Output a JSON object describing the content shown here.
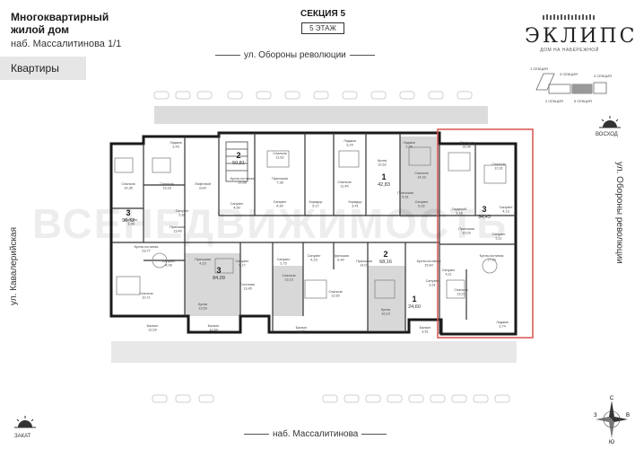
{
  "header": {
    "title_line1": "Многоквартирный",
    "title_line2": "жилой дом",
    "address": "наб. Массалитинова 1/1",
    "section_title": "СЕКЦИЯ 5",
    "floor": "5 ЭТАЖ",
    "logo_text": "ЭКЛИПС",
    "logo_subtitle": "ДОМ НА НАБЕРЕЖНОЙ"
  },
  "nav": {
    "tab_label": "Квартиры"
  },
  "streets": {
    "top": "ул. Обороны революции",
    "bottom": "наб. Массалитинова",
    "left": "ул. Кавалерийская",
    "right": "ул. Обороны революции"
  },
  "compass": {
    "east": "ВОСХОД",
    "west": "ЗАКАТ",
    "n": "С",
    "s": "Ю",
    "e": "В",
    "w": "З"
  },
  "watermark": "ВСЕНЕДВИЖИМОСТЬ",
  "scheme_labels": [
    "1 СЕКЦИЯ",
    "2 СЕКЦИЯ",
    "3 СЕКЦИЯ",
    "4 СЕКЦИЯ",
    "5 СЕКЦИЯ"
  ],
  "apartments": [
    {
      "rooms": "3",
      "area": "96,72"
    },
    {
      "rooms": "2",
      "area": "50,81"
    },
    {
      "rooms": "1",
      "area": "42,83"
    },
    {
      "rooms": "3",
      "area": "94,43"
    },
    {
      "rooms": "3",
      "area": "84,09"
    },
    {
      "rooms": "2",
      "area": "68,16"
    },
    {
      "rooms": "1",
      "area": "24,60"
    }
  ],
  "room_labels": {
    "loggia1": "Лоджия\n3,43",
    "bed1": "Спальня\n14,36",
    "bed2": "Спальня\n13,18",
    "bath1": "Санузел\n2,82",
    "hall1": "Прихожая\n13,40",
    "bath2": "Санузел\n3,95",
    "kitchen1": "Кухня-гостиная\n23,77",
    "bath3": "Санузел\n4,06",
    "bed3": "Спальня\n10,71",
    "balc1": "Балкон\n12,59",
    "kitchen2": "Кухня-гостиная\n15,56",
    "bath4": "Санузел\n4,60",
    "lift": "Лифтовой\nхолл",
    "bed4": "Спальня\n11,62",
    "hall2": "Прихожая\n7,98",
    "bath5": "Санузел\n4,30",
    "loggia2": "Лоджия\n3,24",
    "bed5": "Спальня\n11,45",
    "corr1": "Коридор\n3,41",
    "loggia3": "Лоджия\n2,96",
    "kitchen3": "Кухня\n12,62",
    "bed6": "Спальня\n14,33",
    "corr2": "Коридор\n5,17",
    "hall3": "Прихожая\n5,61",
    "bath6": "Санузел\n5,32",
    "bed7": "Спальня\n18,98",
    "bed8": "Спальня\n12,91",
    "corr3": "Гардероб\n3,18",
    "hall4": "Прихожая\n10,03",
    "bath7": "Санузел\n4,13",
    "bath8": "Санузел\n5,11",
    "kitchen4": "Кухня-гостиная\n17,50",
    "bath9": "Санузел\n4,11",
    "bed9": "Спальня\n13,21",
    "loggia4": "Лоджия\n3,74",
    "hall5": "Прихожая\n4,23",
    "bath10": "Санузел\n5,17",
    "living1": "Гостиная\n13,45",
    "kitchen5": "Кухня\n13,59",
    "balc2": "Балкон\n12,54",
    "bed10": "Спальня\n13,13",
    "bath11": "Санузел\n4,23",
    "hall6": "Прихожая\n6,40",
    "bath12": "Санузел\n2,75",
    "hall7": "Прихожая\n14,07",
    "bed11": "Спальня\n12,60",
    "kitchen6": "Кухня\n16,19",
    "balc3": "Балкон\n5,82",
    "kitchen7": "Кухня-гостиная\n15,64",
    "balc4": "Балкон\n3,51",
    "corr4": "Санузел\n3,31"
  }
}
